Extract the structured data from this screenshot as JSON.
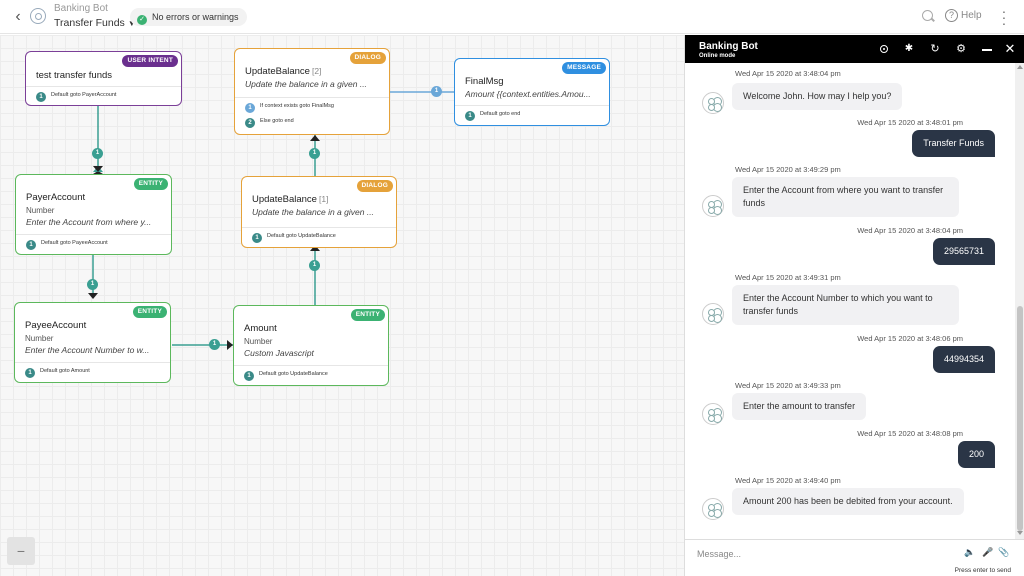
{
  "header": {
    "bot_name": "Banking Bot",
    "task_name": "Transfer Funds",
    "status": "No errors or warnings",
    "help_label": "Help"
  },
  "canvas": {
    "zoom_out_label": "−",
    "nodes": {
      "intent": {
        "tag": "USER INTENT",
        "title": "test transfer funds",
        "transitions": [
          {
            "n": "1",
            "text": "Default goto PayerAccount"
          }
        ]
      },
      "payer": {
        "tag": "ENTITY",
        "title": "PayerAccount",
        "subtitle": "Number",
        "desc": "Enter the Account from where y...",
        "transitions": [
          {
            "n": "1",
            "text": "Default goto PayeeAccount"
          }
        ]
      },
      "payee": {
        "tag": "ENTITY",
        "title": "PayeeAccount",
        "subtitle": "Number",
        "desc": "Enter the Account Number to w...",
        "transitions": [
          {
            "n": "1",
            "text": "Default goto Amount"
          }
        ]
      },
      "amount": {
        "tag": "ENTITY",
        "title": "Amount",
        "subtitle": "Number",
        "desc": "Custom Javascript",
        "transitions": [
          {
            "n": "1",
            "text": "Default goto UpdateBalance"
          }
        ]
      },
      "update1": {
        "tag": "DIALOG",
        "title": "UpdateBalance",
        "count": "[1]",
        "desc": "Update the balance in a given ...",
        "transitions": [
          {
            "n": "1",
            "text": "Default goto UpdateBalance"
          }
        ]
      },
      "update2": {
        "tag": "DIALOG",
        "title": "UpdateBalance",
        "count": "[2]",
        "desc": "Update the balance in a given ...",
        "transitions": [
          {
            "n": "1",
            "text": "If context exists goto FinalMsg"
          },
          {
            "n": "2",
            "text": "Else goto end"
          }
        ]
      },
      "final": {
        "tag": "MESSAGE",
        "title": "FinalMsg",
        "desc": "Amount {{context.entities.Amou...",
        "transitions": [
          {
            "n": "1",
            "text": "Default goto end"
          }
        ]
      }
    },
    "connector_labels": [
      "1",
      "1",
      "1",
      "1",
      "1",
      "1"
    ]
  },
  "chat": {
    "title": "Banking Bot",
    "mode": "Online mode",
    "input_placeholder": "Message...",
    "send_hint": "Press enter to send",
    "messages": [
      {
        "from": "bot",
        "time": "Wed Apr 15 2020 at 3:48:04 pm",
        "text": "Welcome John. How may I help you?"
      },
      {
        "from": "user",
        "time": "Wed Apr 15 2020 at 3:48:01 pm",
        "text": "Transfer Funds"
      },
      {
        "from": "bot",
        "time": "Wed Apr 15 2020 at 3:49:29 pm",
        "text": "Enter the Account from where you want to transfer funds"
      },
      {
        "from": "user",
        "time": "Wed Apr 15 2020 at 3:48:04 pm",
        "text": "29565731"
      },
      {
        "from": "bot",
        "time": "Wed Apr 15 2020 at 3:49:31 pm",
        "text": "Enter the Account Number to which you want to transfer funds"
      },
      {
        "from": "user",
        "time": "Wed Apr 15 2020 at 3:48:06 pm",
        "text": "44994354"
      },
      {
        "from": "bot",
        "time": "Wed Apr 15 2020 at 3:49:33 pm",
        "text": "Enter the amount to transfer"
      },
      {
        "from": "user",
        "time": "Wed Apr 15 2020 at 3:48:08 pm",
        "text": "200"
      },
      {
        "from": "bot",
        "time": "Wed Apr 15 2020 at 3:49:40 pm",
        "text": "Amount 200 has been be debited from your account."
      }
    ]
  }
}
